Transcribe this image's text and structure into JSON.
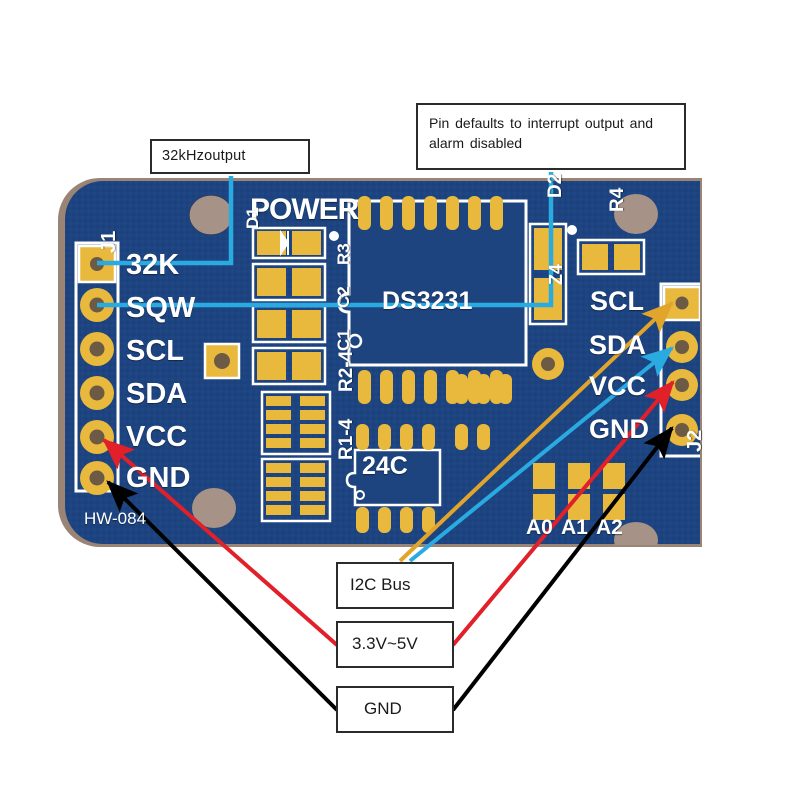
{
  "image": {
    "subject": "DS3231 RTC module (HW-084) annotated wiring diagram",
    "background_color": "#ffffff"
  },
  "board": {
    "silk_color": "#ffffff",
    "pcb_color": "#1d447f",
    "pad_color": "#e8b93c",
    "edge_color": "#9a8475",
    "part_number": "HW-084",
    "main_chip": "DS3231",
    "eeprom_chip": "24C",
    "power_label": "POWER",
    "designators": [
      "D1",
      "D2",
      "R3",
      "R4",
      "C1",
      "C2",
      "R1-4",
      "R2-4",
      "Z4",
      "J1",
      "J2"
    ],
    "headers": {
      "j1": {
        "name": "J1",
        "pins": [
          "32K",
          "SQW",
          "SCL",
          "SDA",
          "VCC",
          "GND"
        ]
      },
      "j2": {
        "name": "J2",
        "pins": [
          "SCL",
          "SDA",
          "VCC",
          "GND"
        ]
      }
    },
    "address_pads": [
      "A0",
      "A1",
      "A2"
    ]
  },
  "callouts": [
    {
      "id": "box-32k",
      "text": "32kHzoutput",
      "leader_color": "#29abe2"
    },
    {
      "id": "box-pin",
      "text": "Pin defaults to interrupt output and alarm disabled",
      "leader_color": "#29abe2"
    },
    {
      "id": "box-i2c",
      "text": "I2C Bus",
      "leader_color": "#29abe2"
    },
    {
      "id": "box-volt",
      "text": "3.3V~5V",
      "leader_color": "#e1202a"
    },
    {
      "id": "box-gnd",
      "text": "GND",
      "leader_color": "#000000"
    }
  ],
  "leaders": {
    "cyan": "#29abe2",
    "red": "#e1202a",
    "black": "#000000",
    "yellow": "#e0a52a"
  },
  "connections": [
    {
      "from": "32kHzoutput",
      "to": "J1 pin 32K",
      "color": "#29abe2"
    },
    {
      "from": "Pin defaults to interrupt output and alarm disabled",
      "to": "J1 pin SQW",
      "color": "#29abe2"
    },
    {
      "from": "I2C Bus",
      "to": "J2 pin SCL",
      "color": "#e0a52a"
    },
    {
      "from": "I2C Bus",
      "to": "J2 pin SDA",
      "color": "#29abe2"
    },
    {
      "from": "3.3V~5V",
      "to": "J1 pin VCC",
      "color": "#e1202a"
    },
    {
      "from": "3.3V~5V",
      "to": "J2 pin VCC",
      "color": "#e1202a"
    },
    {
      "from": "GND",
      "to": "J1 pin GND",
      "color": "#000000"
    },
    {
      "from": "GND",
      "to": "J2 pin GND",
      "color": "#000000"
    }
  ]
}
